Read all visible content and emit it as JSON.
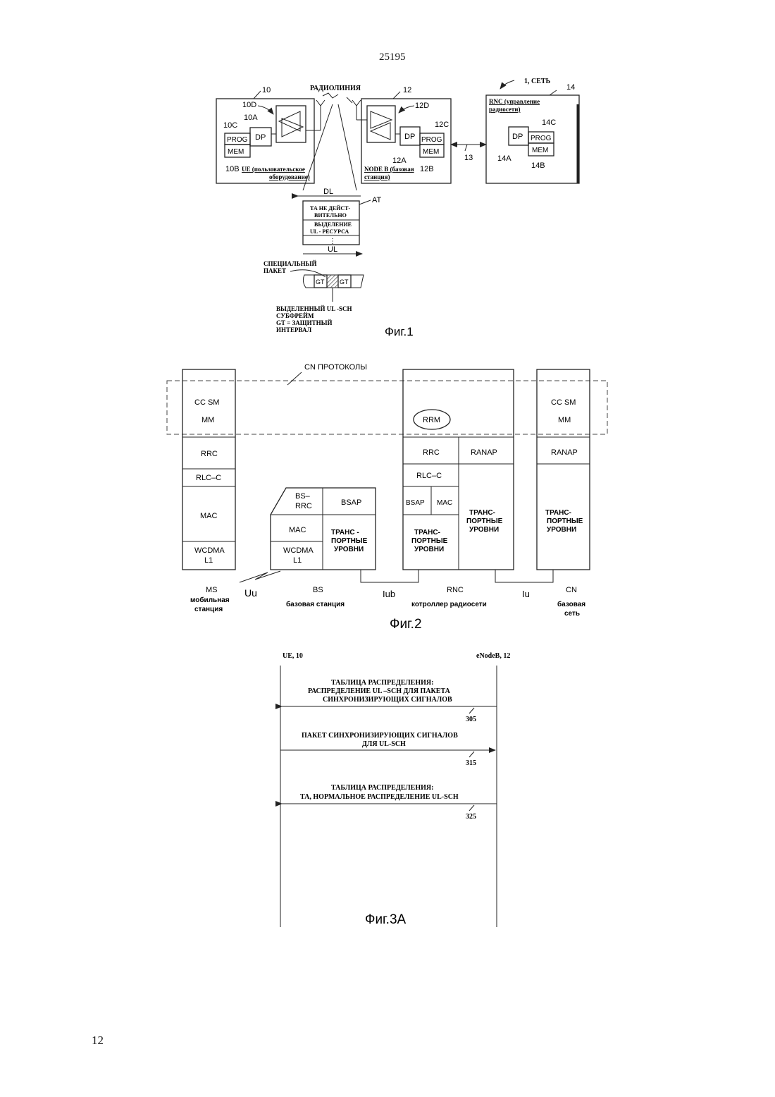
{
  "page": {
    "header_number": "25195",
    "page_number": "12"
  },
  "fig1": {
    "caption": "Фиг.1",
    "radio_link": "РАДИОЛИНИЯ",
    "network_label": "1, СЕТЬ",
    "ue": {
      "ref": "10",
      "antenna_ref": "10D",
      "dp_ref": "10A",
      "prog_ref": "10C",
      "mem_ref": "10B",
      "dp": "DP",
      "prog": "PROG",
      "mem": "MEM",
      "label_1": "UE (пользовательское",
      "label_2": "оборудование)"
    },
    "nodeb": {
      "ref": "12",
      "antenna_ref": "12D",
      "prog_ref": "12C",
      "dp_ref": "12A",
      "mem_ref": "12B",
      "dp": "DP",
      "prog": "PROG",
      "mem": "MEM",
      "label_1": "NODE B (базовая",
      "label_2": "станция)"
    },
    "rnc": {
      "ref": "14",
      "prog_ref": "14C",
      "dp_ref": "14A",
      "mem_ref": "14B",
      "dp": "DP",
      "prog": "PROG",
      "mem": "MEM",
      "label_1": "RNC (управление",
      "label_2": "радиосети)"
    },
    "link_ref": "13",
    "dl": "DL",
    "ul": "UL",
    "at": "AT",
    "table_row1_a": "ТА НЕ ДЕЙСТ-",
    "table_row1_b": "ВИТЕЛЬНО",
    "table_row2_a": "ВЫДЕЛЕНИЕ",
    "table_row2_b": "UL - РЕСУРСА",
    "ellipsis": "⋮",
    "special_a": "СПЕЦИАЛЬНЫЙ",
    "special_b": "ПАКЕТ",
    "gt": "GT",
    "subframe_1": "ВЫДЕЛЕННЫЙ UL -SCH",
    "subframe_2": "СУБФРЕЙМ",
    "subframe_3": "GT = ЗАЩИТНЫЙ",
    "subframe_4": "ИНТЕРВАЛ"
  },
  "fig2": {
    "caption": "Фиг.2",
    "cn_protocols": "CN ПРОТОКОЛЫ",
    "ms": {
      "cc_sm": "CC  SM",
      "mm": "MM",
      "rrc": "RRC",
      "rlc": "RLC–C",
      "mac": "MAC",
      "l1_a": "WCDMA",
      "l1_b": "L1",
      "name": "MS",
      "desc_a": "мобильная",
      "desc_b": "станция"
    },
    "uu": "Uu",
    "bs": {
      "bsrrc_a": "BS–",
      "bsrrc_b": "RRC",
      "bsap": "BSAP",
      "mac": "MAC",
      "l1_a": "WCDMA",
      "l1_b": "L1",
      "tr_a": "ТРАНС -",
      "tr_b": "ПОРТНЫЕ",
      "tr_c": "УРОВНИ",
      "name": "BS",
      "desc": "базовая станция"
    },
    "iub": "Iub",
    "rnc": {
      "rrm": "RRM",
      "rrc": "RRC",
      "ranap": "RANAP",
      "rlc": "RLC–C",
      "bsap": "BSAP",
      "mac": "MAC",
      "tr1_a": "ТРАНС-",
      "tr1_b": "ПОРТНЫЕ",
      "tr1_c": "УРОВНИ",
      "tr2_a": "ТРАНС-",
      "tr2_b": "ПОРТНЫЕ",
      "tr2_c": "УРОВНИ",
      "name": "RNC",
      "desc": "котроллер  радиосети"
    },
    "iu": "Iu",
    "cn": {
      "cc_sm": "CC  SM",
      "mm": "MM",
      "ranap": "RANAP",
      "tr_a": "ТРАНС-",
      "tr_b": "ПОРТНЫЕ",
      "tr_c": "УРОВНИ",
      "name": "CN",
      "desc_a": "базовая",
      "desc_b": "сеть"
    }
  },
  "fig3a": {
    "caption": "Фиг.3А",
    "ue": "UE, 10",
    "enb": "eNodeB, 12",
    "msg1_a": "ТАБЛИЦА РАСПРЕДЕЛЕНИЯ:",
    "msg1_b": "РАСПРЕДЕЛЕНИЕ UL –SCH  ДЛЯ ПАКЕТА",
    "msg1_c": "СИНХРОНИЗИРУЮЩИХ СИГНАЛОВ",
    "msg1_ref": "305",
    "msg2_a": "ПАКЕТ СИНХРОНИЗИРУЮЩИХ СИГНАЛОВ",
    "msg2_b": "ДЛЯ UL-SCH",
    "msg2_ref": "315",
    "msg3_a": "ТАБЛИЦА РАСПРЕДЕЛЕНИЯ:",
    "msg3_b": "ТА, НОРМАЛЬНОЕ РАСПРЕДЕЛЕНИЕ UL-SCH",
    "msg3_ref": "325"
  }
}
